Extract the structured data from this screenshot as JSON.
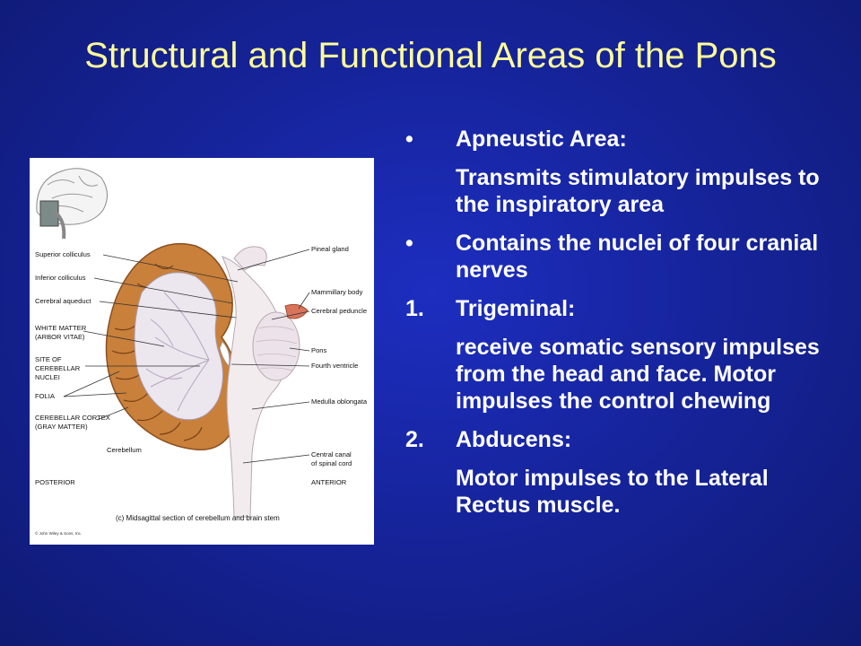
{
  "slide": {
    "title": "Structural and Functional Areas of the Pons"
  },
  "figure": {
    "labels_left": [
      "Superior colliculus",
      "Inferior colliculus",
      "Cerebral aqueduct",
      "WHITE MATTER",
      "(ARBOR VITAE)",
      "SITE OF",
      "CEREBELLAR",
      "NUCLEI",
      "FOLIA",
      "CEREBELLAR CORTEX",
      "(GRAY MATTER)",
      "Cerebellum",
      "POSTERIOR"
    ],
    "labels_right": [
      "Pineal gland",
      "Mammillary body",
      "Cerebral peduncle",
      "Pons",
      "Fourth ventricle",
      "Medulla oblongata",
      "Central canal",
      "of spinal cord",
      "ANTERIOR"
    ],
    "caption": "(c) Midsagittal section of cerebellum and brain stem",
    "copyright": "© John Wiley & Sons, Inc."
  },
  "content": {
    "items": [
      {
        "marker": "•",
        "text": "Apneustic Area:"
      },
      {
        "marker": "",
        "text": "Transmits stimulatory impulses to the inspiratory area"
      },
      {
        "marker": "•",
        "text": "Contains the nuclei of four cranial nerves"
      },
      {
        "marker": "1.",
        "text": "Trigeminal:"
      },
      {
        "marker": "",
        "text": "receive somatic sensory impulses from the head and face.  Motor impulses the control chewing"
      },
      {
        "marker": "2.",
        "text": "Abducens:"
      },
      {
        "marker": "",
        "text": "Motor impulses to the Lateral Rectus muscle."
      }
    ]
  },
  "colors": {
    "background": "#16249c",
    "title": "#ffff99",
    "body_text": "#ffffff",
    "cerebellum_cortex": "#c9803a",
    "white_matter": "#ece6ef",
    "brainstem": "#f2ecef"
  }
}
